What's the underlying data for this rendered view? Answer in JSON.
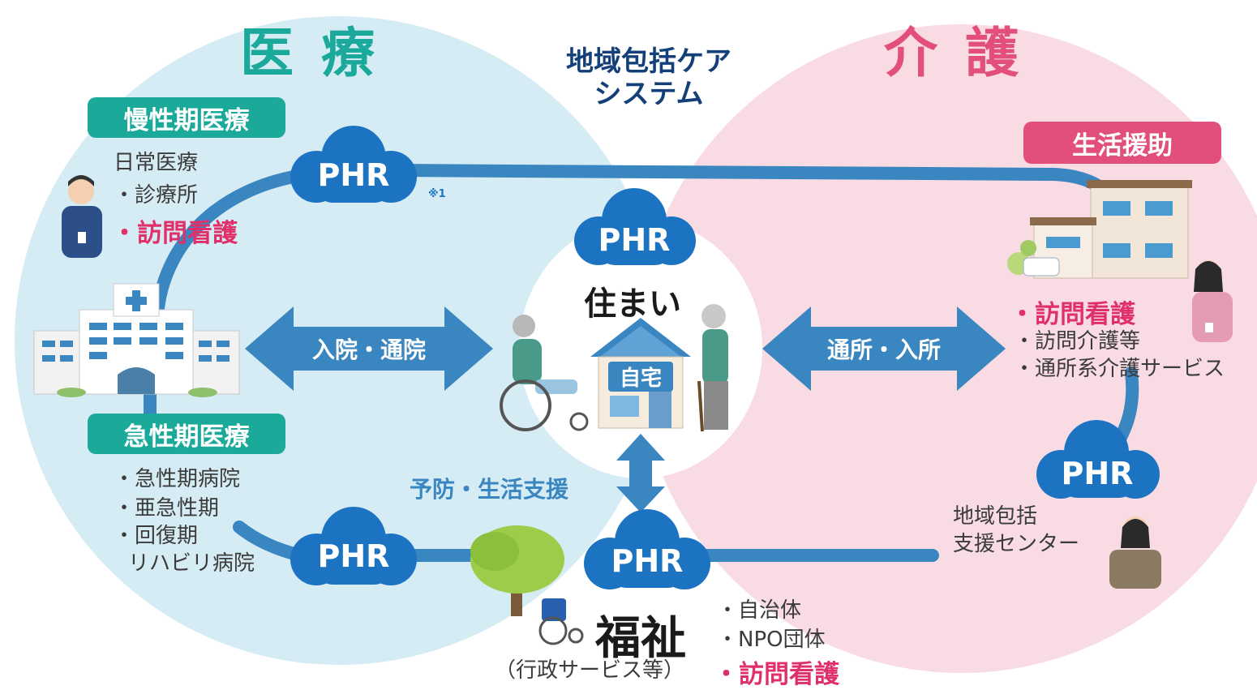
{
  "titles": {
    "medical": "医療",
    "care": "介護",
    "system_line1": "地域包括ケア",
    "system_line2": "システム"
  },
  "medical": {
    "chronic_label": "慢性期医療",
    "chronic_items": [
      "日常医療",
      "・診療所"
    ],
    "chronic_highlight": "・訪問看護",
    "acute_label": "急性期医療",
    "acute_items": [
      "・急性期病院",
      "・亜急性期",
      "・回復期",
      "リハビリ病院"
    ]
  },
  "care": {
    "life_support_label": "生活援助",
    "highlight": "・訪問看護",
    "items": [
      "・訪問介護等",
      "・通所系介護サービス"
    ],
    "center_line1": "地域包括",
    "center_line2": "支援センター"
  },
  "center": {
    "housing": "住まい",
    "home": "自宅",
    "prevention": "予防・生活支援"
  },
  "arrows": {
    "hospital": "入院・通院",
    "facility": "通所・入所"
  },
  "welfare": {
    "title": "福祉",
    "subtitle": "（行政サービス等）",
    "items": [
      "・自治体",
      "・NPO団体"
    ],
    "highlight": "・訪問看護"
  },
  "phr": {
    "label": "PHR",
    "note": "※1"
  },
  "colors": {
    "medical_circle": "#d6ecf5",
    "care_circle": "#f8dbe3",
    "teal": "#1ba99a",
    "pink": "#e14f7a",
    "navy": "#14407a",
    "blue": "#3a86c0",
    "cloud": "#1c73c2"
  }
}
